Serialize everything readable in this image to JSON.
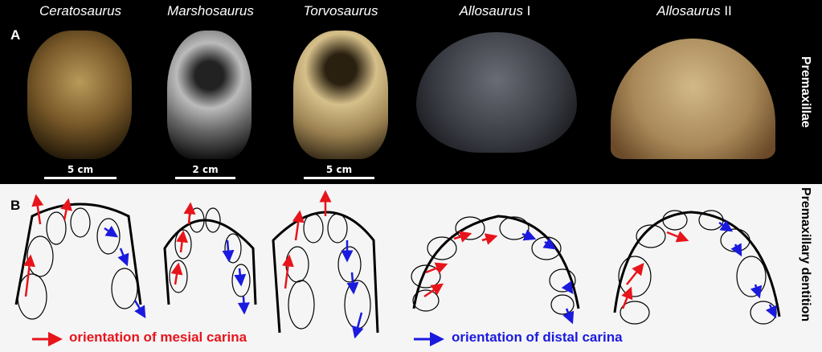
{
  "panel_a": {
    "label": "A",
    "side_label": "Premaxillae",
    "taxa": [
      {
        "name": "Ceratosaurus",
        "suffix": ""
      },
      {
        "name": "Marshosaurus",
        "suffix": ""
      },
      {
        "name": "Torvosaurus",
        "suffix": ""
      },
      {
        "name": "Allosaurus",
        "suffix": " I"
      },
      {
        "name": "Allosaurus",
        "suffix": " II"
      }
    ],
    "scale_bars": [
      "5 cm",
      "2 cm",
      "5 cm"
    ]
  },
  "panel_b": {
    "label": "B",
    "side_label": "Premaxillary dentition",
    "legend": {
      "mesial": "orientation of mesial carina",
      "distal": "orientation of distal carina"
    },
    "colors": {
      "mesial": "#e8141b",
      "distal": "#1a1adf"
    }
  }
}
